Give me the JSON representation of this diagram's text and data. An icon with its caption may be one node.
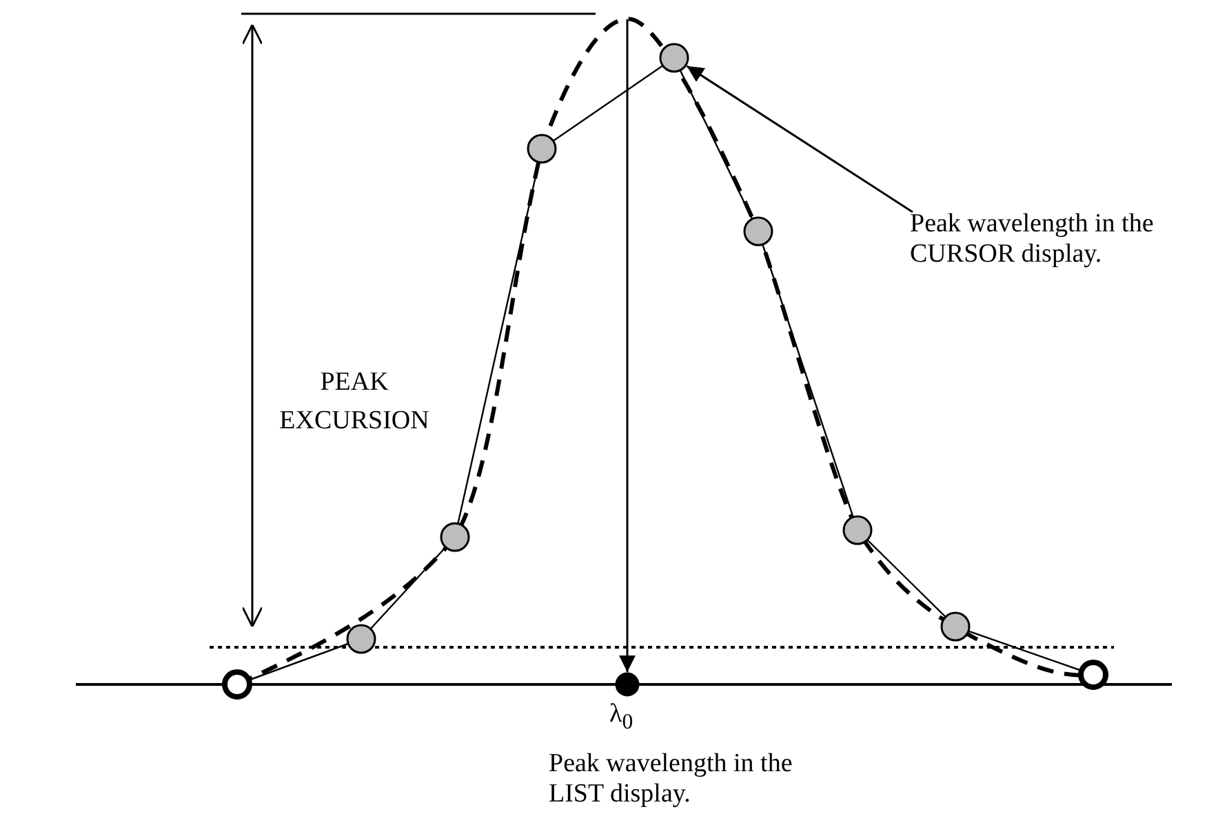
{
  "diagram": {
    "nodes": [
      {
        "text": [
          "Peak wavelength in the CURSOR display."
        ]
      },
      {
        "text": [],
        "shape": "circle"
      },
      {
        "text": [],
        "shape": "circle",
        "beside": [
          "λ$_{0}$",
          "Peak wavelength in the LIST display."
        ]
      }
    ],
    "edges": [
      {
        "from": 0,
        "to": 1,
        "arrow": "to"
      },
      {
        "from": null,
        "to": 2,
        "arrow": "to"
      }
    ],
    "labels": [
      "PEAK EXCURSION"
    ]
  }
}
